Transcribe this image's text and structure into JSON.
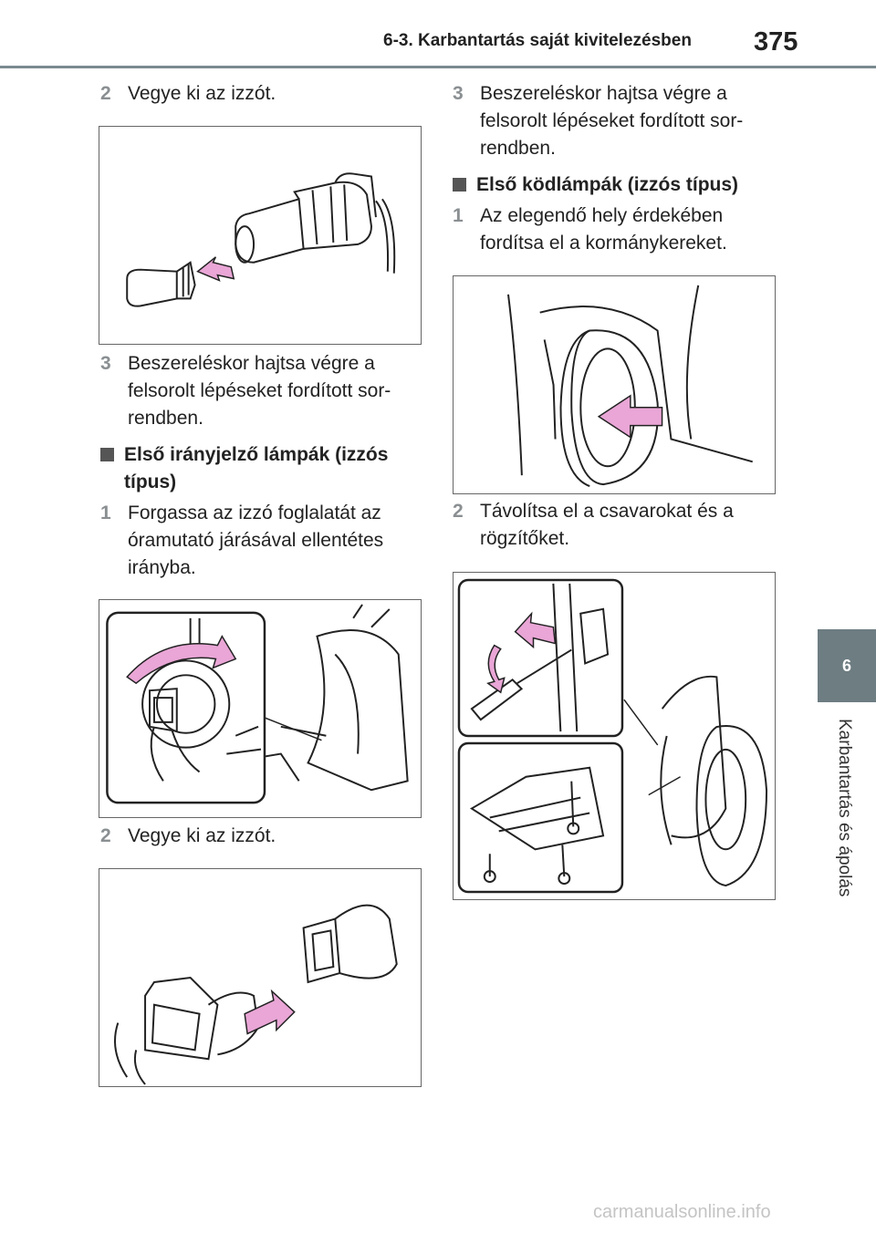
{
  "header": {
    "section_title": "6-3. Karbantartás saját kivitelezésben",
    "page_number": "375"
  },
  "side_tab": {
    "chapter_number": "6",
    "chapter_title": "Karbantartás és ápolás"
  },
  "left_column": {
    "step_a": {
      "number": "2",
      "text": "Vegye ki az izzót."
    },
    "step_b": {
      "number": "3",
      "text": "Beszereléskor hajtsa végre a felsorolt lépéseket fordított sor-rendben."
    },
    "heading_turn_signal": "Első irányjelző lámpák (izzós típus)",
    "step_c": {
      "number": "1",
      "text": "Forgassa az izzó foglalatát az óramutató járásával ellentétes irányba."
    },
    "step_d": {
      "number": "2",
      "text": "Vegye ki az izzót."
    }
  },
  "right_column": {
    "step_a": {
      "number": "3",
      "text": "Beszereléskor hajtsa végre a felsorolt lépéseket fordított sor-rendben."
    },
    "heading_fog_lamp": "Első ködlámpák (izzós típus)",
    "step_b": {
      "number": "1",
      "text": "Az elegendő hely érdekében fordítsa el a kormánykereket."
    },
    "step_c": {
      "number": "2",
      "text": "Távolítsa el a csavarokat és a rögzítőket."
    }
  },
  "icons": {
    "arrow_color": "#e9a6d6",
    "heading_marker": "square-bullet-icon"
  },
  "watermark": "carmanualsonline.info"
}
